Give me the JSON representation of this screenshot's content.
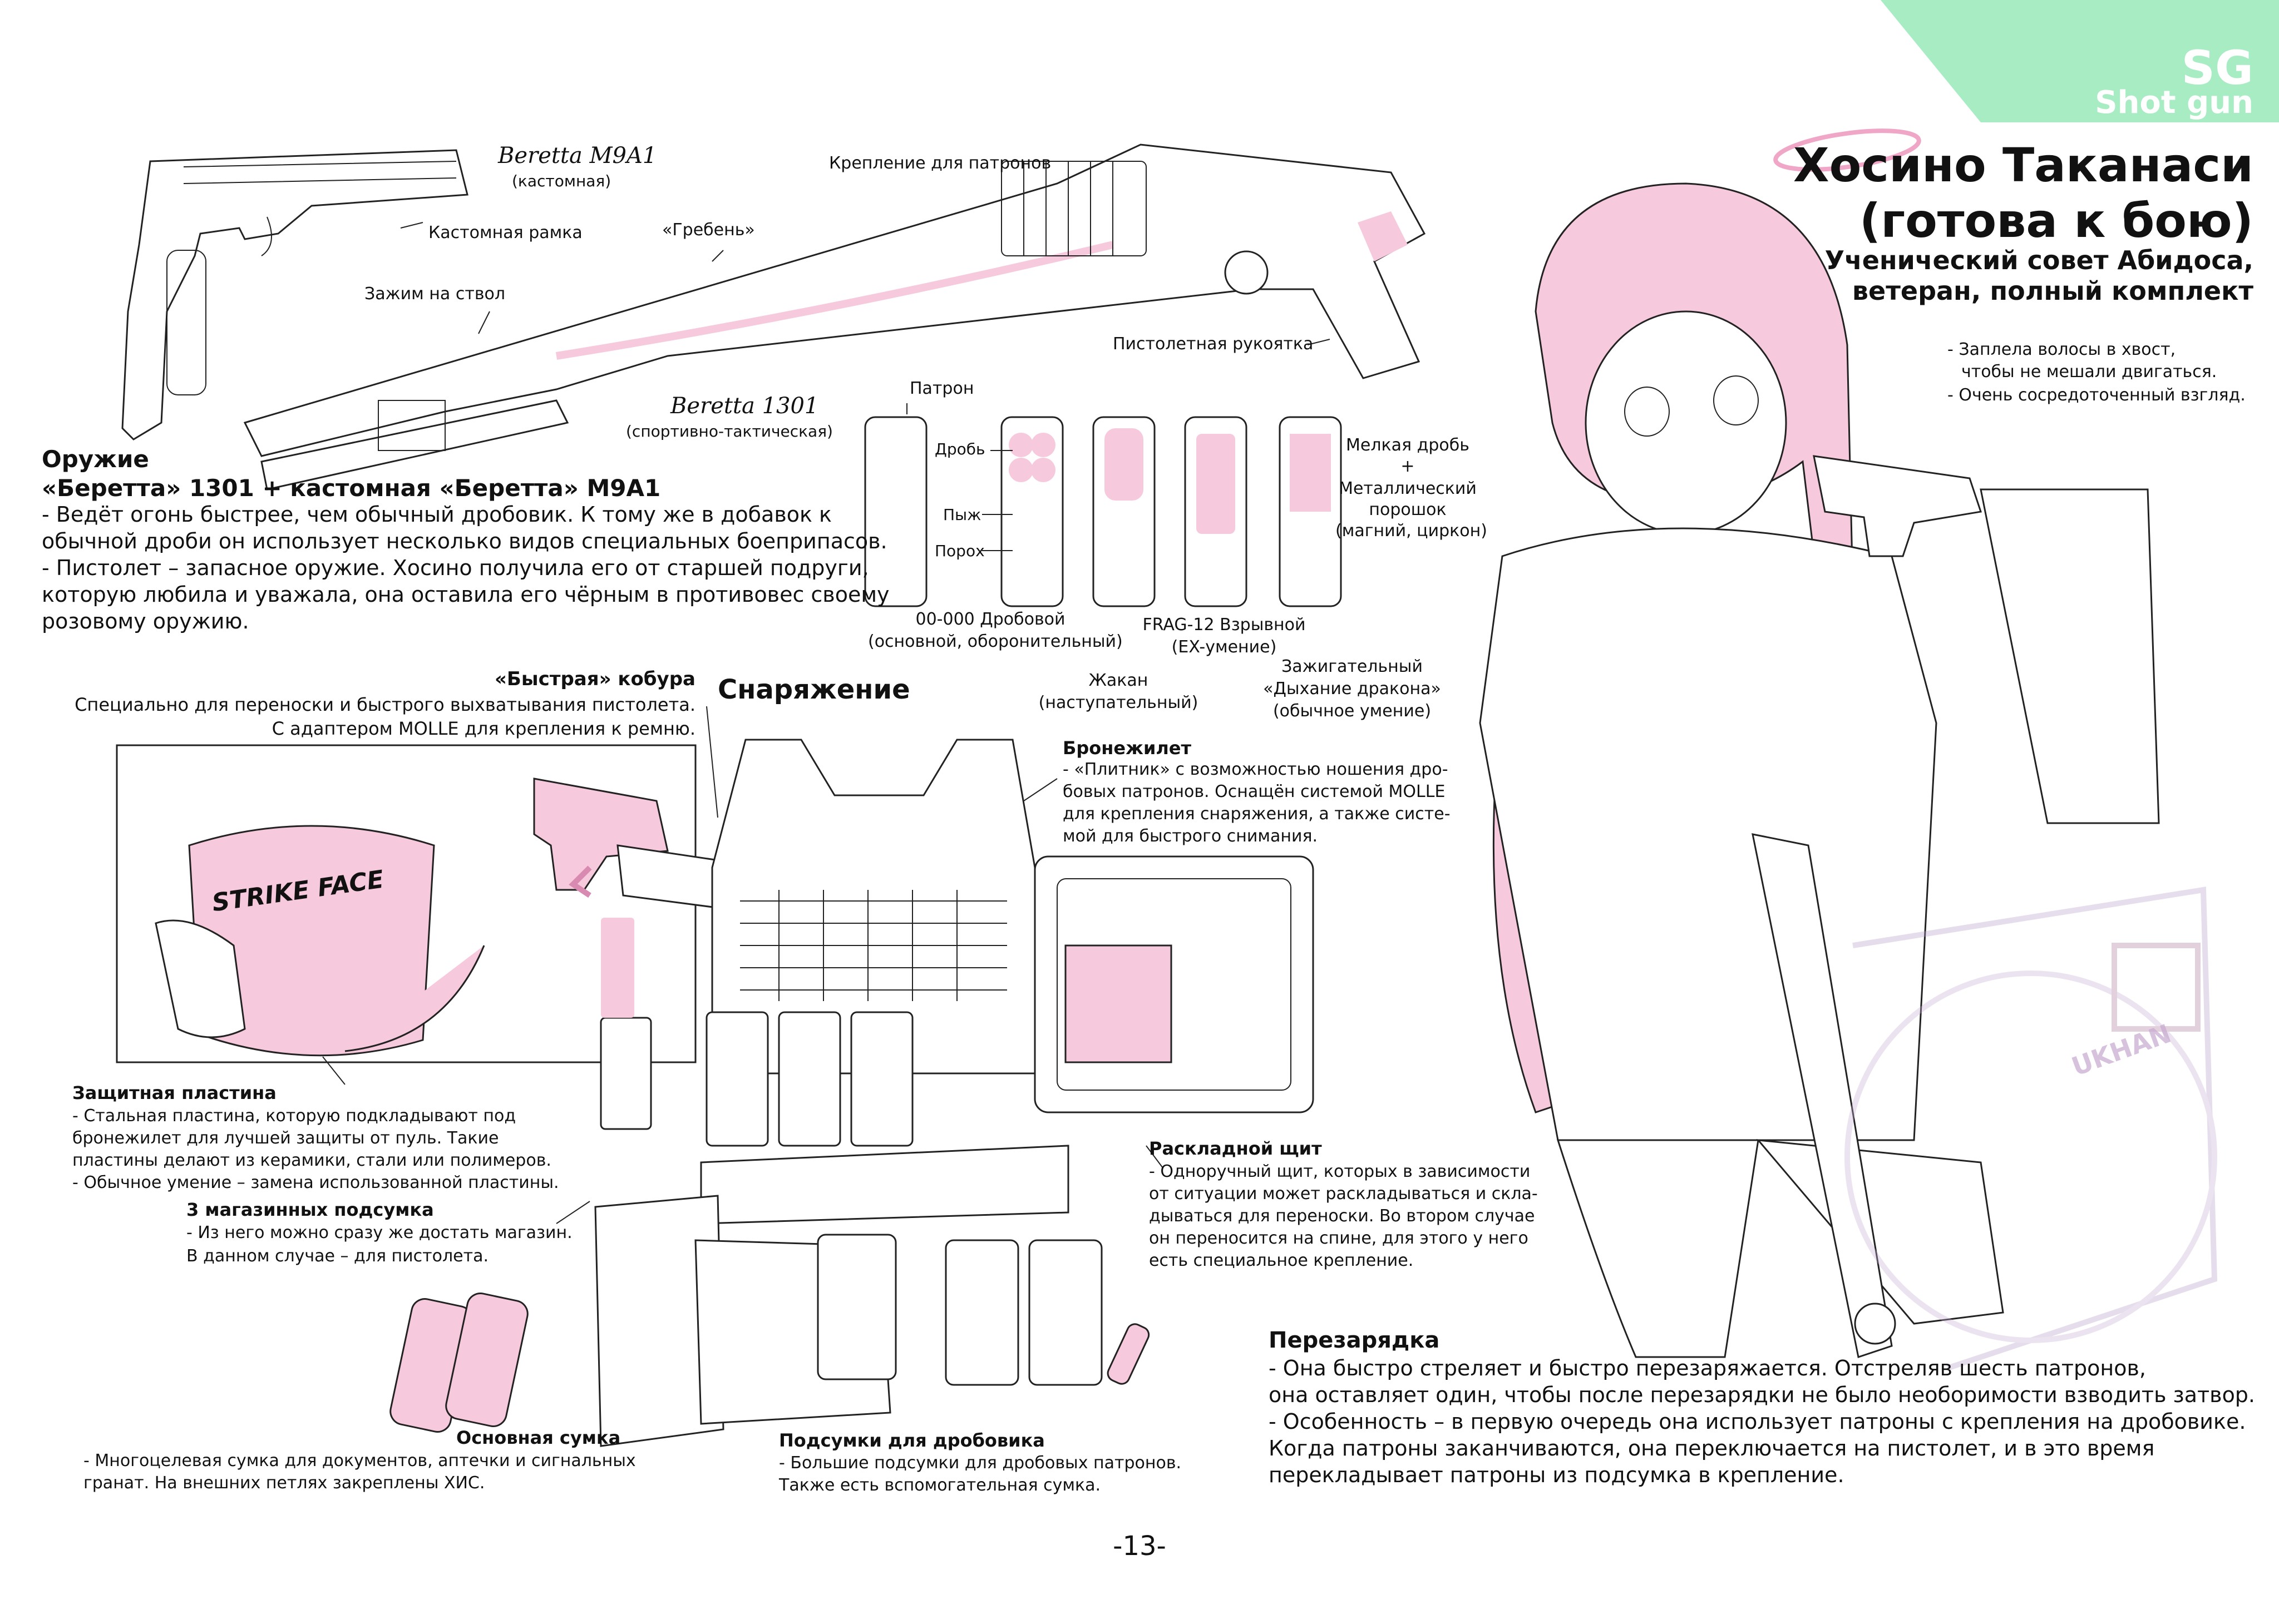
{
  "corner_tag": {
    "code": "SG",
    "name": "Shot gun",
    "color": "#a8ecc4"
  },
  "accent_color": "#f7c9dc",
  "title": {
    "line1": "Хосино Таканаси",
    "line2": "(готова к бою)",
    "sub1": "Ученический совет Абидоса,",
    "sub2": "ветеран, полный комплект"
  },
  "character_notes": [
    "- Заплела волосы в хвост,",
    "чтобы не мешали двигаться.",
    "- Очень сосредоточенный взгляд."
  ],
  "weapons": {
    "pistol_name": "Beretta M9A1",
    "pistol_sub": "(кастомная)",
    "custom_frame": "Кастомная рамка",
    "shell_mount": "Крепление для патронов",
    "rib": "«Гребень»",
    "barrel_clamp": "Зажим на ствол",
    "pistol_grip": "Пистолетная рукоятка",
    "shotgun_name": "Beretta 1301",
    "shotgun_sub": "(спортивно-тактическая)"
  },
  "weapon_section": {
    "heading": "Оружие",
    "subheading": "«Беретта» 1301 + кастомная «Беретта» M9A1",
    "lines": [
      "- Ведёт огонь быстрее, чем обычный дробовик. К тому же в добавок к",
      "обычной дроби он использует несколько видов специальных боеприпасов.",
      "- Пистолет – запасное оружие. Хосино получила его от старшей подруги,",
      "которую любила и уважала, она оставила его чёрным в противовес своему",
      "розовому оружию."
    ]
  },
  "ammo": {
    "cartridge": "Патрон",
    "shot": "Дробь",
    "wad": "Пыж",
    "powder": "Порох",
    "small_shot": "Мелкая дробь",
    "plus": "+",
    "metal1": "Металлический",
    "metal2": "порошок",
    "metal3": "(магний, циркон)",
    "buck1": "00-000 Дробовой",
    "buck2": "(основной, оборонительный)",
    "frag1": "FRAG-12 Взрывной",
    "frag2": "(EX-умение)",
    "slug1": "Жакан",
    "slug2": "(наступательный)",
    "inc1": "Зажигательный",
    "inc2": "«Дыхание дракона»",
    "inc3": "(обычное умение)"
  },
  "equipment_heading": "Снаряжение",
  "holster": {
    "title": "«Быстрая» кобура",
    "line1": "Специально для переноски и быстрого выхватывания пистолета.",
    "line2": "С адаптером MOLLE для крепления к ремню."
  },
  "plate_label": "STRIKE FACE",
  "vest": {
    "title": "Бронежилет",
    "lines": [
      "- «Плитник» с возможностью ношения дро-",
      "бовых патронов. Оснащён системой MOLLE",
      "для крепления снаряжения, а также систе-",
      "мой для быстрого снимания."
    ]
  },
  "plate": {
    "title": "Защитная пластина",
    "lines": [
      "- Стальная пластина, которую подкладывают под",
      "бронежилет для лучшей защиты от пуль. Такие",
      "пластины делают из керамики, стали или полимеров.",
      "- Обычное умение – замена использованной пластины."
    ]
  },
  "mag_pouch": {
    "title": "3 магазинных подсумка",
    "lines": [
      "- Из него можно сразу же достать магазин.",
      "В данном случае – для пистолета."
    ]
  },
  "shield": {
    "title": "Раскладной щит",
    "lines": [
      "- Одноручный щит, которых в зависимости",
      "от ситуации может раскладываться и скла-",
      "дываться для переноски. Во втором случае",
      "он переносится на спине, для этого у него",
      "есть специальное крепление."
    ]
  },
  "main_bag": {
    "title": "Основная сумка",
    "lines": [
      "- Многоцелевая сумка для документов, аптечки и сигнальных",
      "гранат. На внешних петлях закреплены ХИС."
    ]
  },
  "shotgun_pouch": {
    "title": "Подсумки для дробовика",
    "lines": [
      "- Большие подсумки для дробовых патронов.",
      "Также есть вспомогательная сумка."
    ]
  },
  "reload": {
    "title": "Перезарядка",
    "lines": [
      "- Она быстро стреляет и быстро перезаряжается. Отстреляв шесть патронов,",
      "она оставляет один, чтобы после перезарядки не было необоримости взводить затвор.",
      "- Особенность – в первую очередь она использует патроны с крепления на дробовике.",
      "Когда патроны заканчиваются, она переключается на пистолет, и в это время",
      "перекладывает патроны из подсумка в крепление."
    ]
  },
  "watermark": "UKHAN",
  "page_number": "-13-"
}
